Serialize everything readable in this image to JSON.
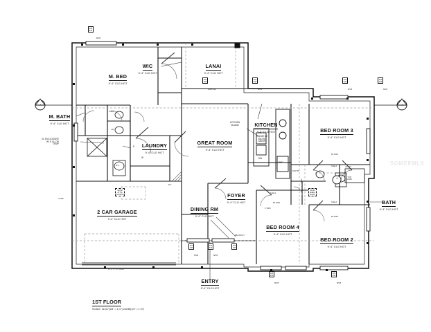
{
  "sheet": {
    "title": "1ST FLOOR",
    "scale_note": "SCALE: 11X17(1/8\" = 1'-0\")  24X36(1/4\" = 1'-0\")",
    "watermark": "SOMEFMLS",
    "ceiling_height_default": "9'-4\" CLG HGT"
  },
  "rooms": [
    {
      "id": "m-bed",
      "name": "M. BED",
      "clg": "9'-4\" CLG HGT"
    },
    {
      "id": "wic",
      "name": "WIC",
      "clg": "9'-4\" CLG HGT"
    },
    {
      "id": "lanai",
      "name": "LANAI",
      "clg": "9'-4\" CLG HGT"
    },
    {
      "id": "m-bath",
      "name": "M. BATH",
      "clg": "9'-4\" CLG HGT"
    },
    {
      "id": "laundry",
      "name": "LAUNDRY",
      "clg": "9'-4\" CLG HGT"
    },
    {
      "id": "great-room",
      "name": "GREAT ROOM",
      "clg": "9'-4\" CLG HGT"
    },
    {
      "id": "kitchen",
      "name": "KITCHEN",
      "clg": "9'-4\" CLG HGT"
    },
    {
      "id": "bed-room-3",
      "name": "BED ROOM 3",
      "clg": "9'-4\" CLG HGT"
    },
    {
      "id": "bath",
      "name": "BATH",
      "clg": "9'-4\" CLG HGT"
    },
    {
      "id": "bed-room-2",
      "name": "BED ROOM 2",
      "clg": "9'-4\" CLG HGT"
    },
    {
      "id": "bed-room-4",
      "name": "BED ROOM 4",
      "clg": "9'-4\" CLG HGT"
    },
    {
      "id": "foyer",
      "name": "FOYER",
      "clg": "9'-4\" CLG HGT"
    },
    {
      "id": "dining-rm",
      "name": "DINING RM",
      "clg": "9'-4\" CLG HGT"
    },
    {
      "id": "garage",
      "name": "2 CAR GARAGE",
      "clg": "9'-4\" CLG HGT"
    },
    {
      "id": "entry",
      "name": "ENTRY",
      "clg": "9'-4\" CLG HGT"
    }
  ],
  "annotations": {
    "kitchen_island": "KITCHEN\nISLAND",
    "kitchen_island_l1": "KITCHEN",
    "kitchen_island_l2": "ISLAND",
    "range_l1": "RANGE W/",
    "range_l2": "MICRO",
    "range_l3": "ABOVE",
    "dishwasher": "DW",
    "refrigerator": "REF",
    "dryer": "D",
    "washer": "W",
    "gl_enclosure_l1": "GL ENCLOSURE",
    "gl_enclosure_l2": "W/ 6' GL OR",
    "gl_enclosure_l3": "TEMP",
    "attic_l1": "22X40",
    "attic_l2": "ATTIC",
    "attic_l3": "ACCESS",
    "rods_l1": "22X40",
    "rods_l2": "SHELF",
    "rods_l3": "RODS",
    "shelf": "SHELF",
    "tub_l1": "TUB",
    "tub_l2": "SHWR",
    "lav": "LAV",
    "wc": "W.C.",
    "linen": "LINEN",
    "comp": "COMP",
    "pantry": "PANTRY",
    "vanity": "VANITY",
    "hall": "HALL",
    "mt": "M.T.",
    "bf3068": "BF 3068",
    "bf6068": "BF 6068",
    "door3068": "3' 3068",
    "garage_door": "16'-0\" x 7'-0\" OHGD",
    "sliding_door": "9068 SGD",
    "dbl_door": "DBL DR"
  },
  "tags": {
    "window_top_left": {
      "line1": "22X",
      "line2": "24X",
      "under": "SH25"
    },
    "window_top_mbed": {
      "line1": "22X",
      "line2": "24X",
      "under": "SH25"
    },
    "window_lanai": {
      "line1": "22X",
      "line2": "24X",
      "under": "9068 SGD"
    },
    "window_right_a": {
      "line1": "22X",
      "line2": "24X",
      "under": "SH25"
    },
    "window_right_b": {
      "line1": "22X",
      "line2": "24X",
      "under": "SH25"
    },
    "window_bath": {
      "line1": "22X",
      "line2": "24X",
      "under": "SH25"
    },
    "window_bed2": {
      "line1": "22X",
      "line2": "24X",
      "under": "SH25"
    },
    "window_bed4_a": {
      "line1": "22X",
      "line2": "24X",
      "under": "SH25"
    },
    "window_bed4_b": {
      "line1": "22X",
      "line2": "24X",
      "under": "SH25"
    },
    "window_dining_a": {
      "line1": "22X",
      "line2": "24X",
      "under": "SH25"
    },
    "window_dining_b": {
      "line1": "22X",
      "line2": "24X",
      "under": "SH25"
    },
    "door_entry": {
      "line1": "22X",
      "line2": "24X",
      "under": "DBL DR  M.T."
    }
  },
  "markers": {
    "section_left": "A",
    "section_right": "A",
    "detail_mid": "A"
  },
  "colors": {
    "line": "#111111",
    "wall_fill": "#888888",
    "light_line": "#6e6e6e",
    "hidden_line": "#9a9a9a",
    "paper": "#ffffff",
    "watermark": "#e9e9e9"
  }
}
